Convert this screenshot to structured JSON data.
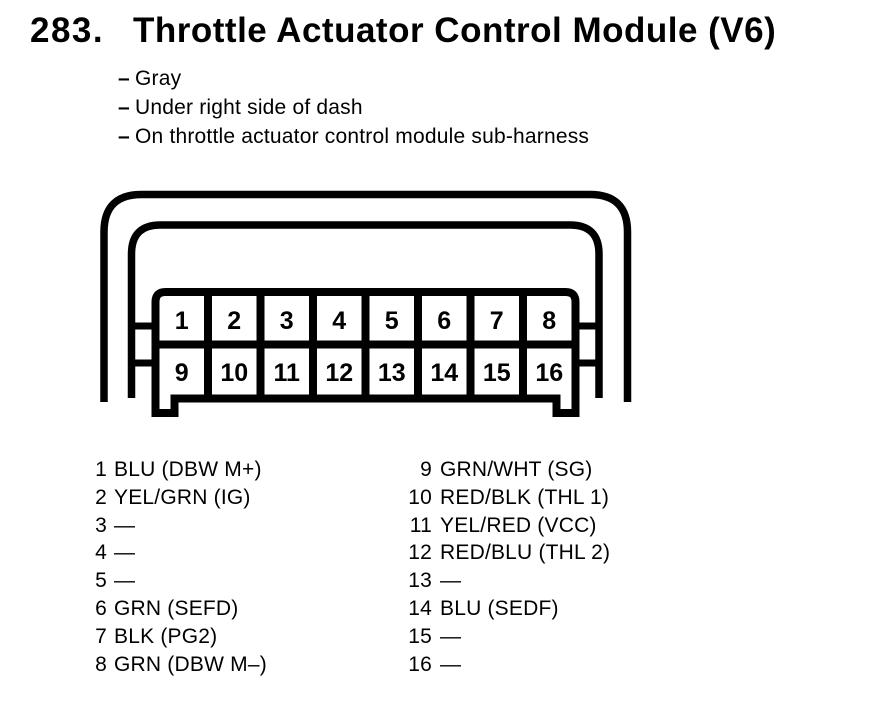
{
  "page": {
    "paper_color": "#ffffff",
    "ink_color": "#000000"
  },
  "header": {
    "number": "283.",
    "title": "Throttle Actuator Control Module (V6)",
    "bullet": "–",
    "notes": [
      "Gray",
      "Under right side of dash",
      "On throttle actuator control module sub-harness"
    ]
  },
  "connector": {
    "rows": [
      [
        "1",
        "2",
        "3",
        "4",
        "5",
        "6",
        "7",
        "8"
      ],
      [
        "9",
        "10",
        "11",
        "12",
        "13",
        "14",
        "15",
        "16"
      ]
    ]
  },
  "pinout": {
    "left": [
      {
        "pin": "1",
        "label": "BLU (DBW M+)"
      },
      {
        "pin": "2",
        "label": "YEL/GRN (IG)"
      },
      {
        "pin": "3",
        "label": "—"
      },
      {
        "pin": "4",
        "label": "—"
      },
      {
        "pin": "5",
        "label": "—"
      },
      {
        "pin": "6",
        "label": "GRN (SEFD)"
      },
      {
        "pin": "7",
        "label": "BLK (PG2)"
      },
      {
        "pin": "8",
        "label": "GRN (DBW M–)"
      }
    ],
    "right": [
      {
        "pin": "9",
        "label": "GRN/WHT (SG)"
      },
      {
        "pin": "10",
        "label": "RED/BLK (THL 1)"
      },
      {
        "pin": "11",
        "label": "YEL/RED (VCC)"
      },
      {
        "pin": "12",
        "label": "RED/BLU (THL 2)"
      },
      {
        "pin": "13",
        "label": "—"
      },
      {
        "pin": "14",
        "label": "BLU (SEDF)"
      },
      {
        "pin": "15",
        "label": "—"
      },
      {
        "pin": "16",
        "label": "—"
      }
    ]
  }
}
